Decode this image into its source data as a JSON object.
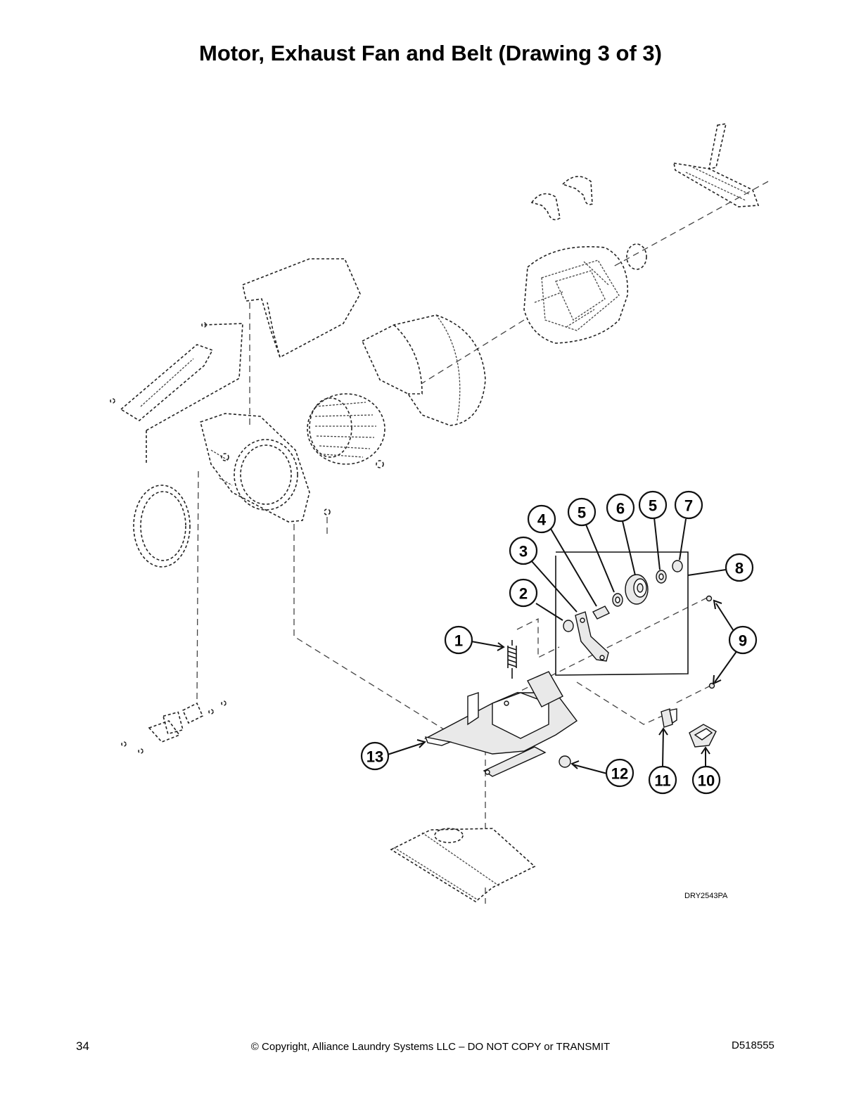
{
  "title": "Motor, Exhaust Fan and Belt (Drawing 3 of 3)",
  "drawing_id": "DRY2543PA",
  "callouts": [
    {
      "number": "1"
    },
    {
      "number": "2"
    },
    {
      "number": "3"
    },
    {
      "number": "4"
    },
    {
      "number": "5"
    },
    {
      "number": "6"
    },
    {
      "number": "5"
    },
    {
      "number": "7"
    },
    {
      "number": "8"
    },
    {
      "number": "9"
    },
    {
      "number": "10"
    },
    {
      "number": "11"
    },
    {
      "number": "12"
    },
    {
      "number": "13"
    }
  ],
  "footer": {
    "page_number": "34",
    "copyright": "© Copyright, Alliance Laundry Systems LLC – DO NOT COPY or TRANSMIT",
    "document_number": "D518555"
  }
}
